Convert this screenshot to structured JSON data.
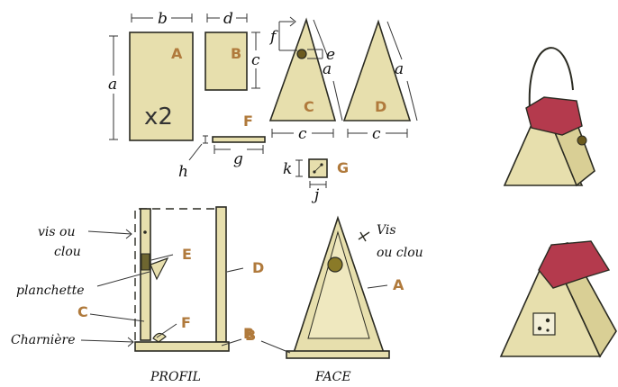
{
  "dimension_labels": {
    "a": "a",
    "b": "b",
    "c": "c",
    "d": "d",
    "e": "e",
    "f": "f",
    "g": "g",
    "h": "h",
    "j": "j",
    "k": "k"
  },
  "parts": {
    "A": "A",
    "B": "B",
    "C": "C",
    "D": "D",
    "E": "E",
    "F": "F",
    "G": "G"
  },
  "quantity_note": "x2",
  "annotations": {
    "vis_ou_clou_left_1": "vis ou",
    "vis_ou_clou_left_2": "clou",
    "planchette": "planchette",
    "charniere": "Charnière",
    "vis_ou_clou_right_1": "Vis",
    "vis_ou_clou_right_2": "ou clou"
  },
  "view_titles": {
    "profil": "PROFIL",
    "face": "FACE"
  },
  "colors": {
    "wood": "#e7dfad",
    "roof": "#b43a4d",
    "part_label": "#b07a3c"
  }
}
